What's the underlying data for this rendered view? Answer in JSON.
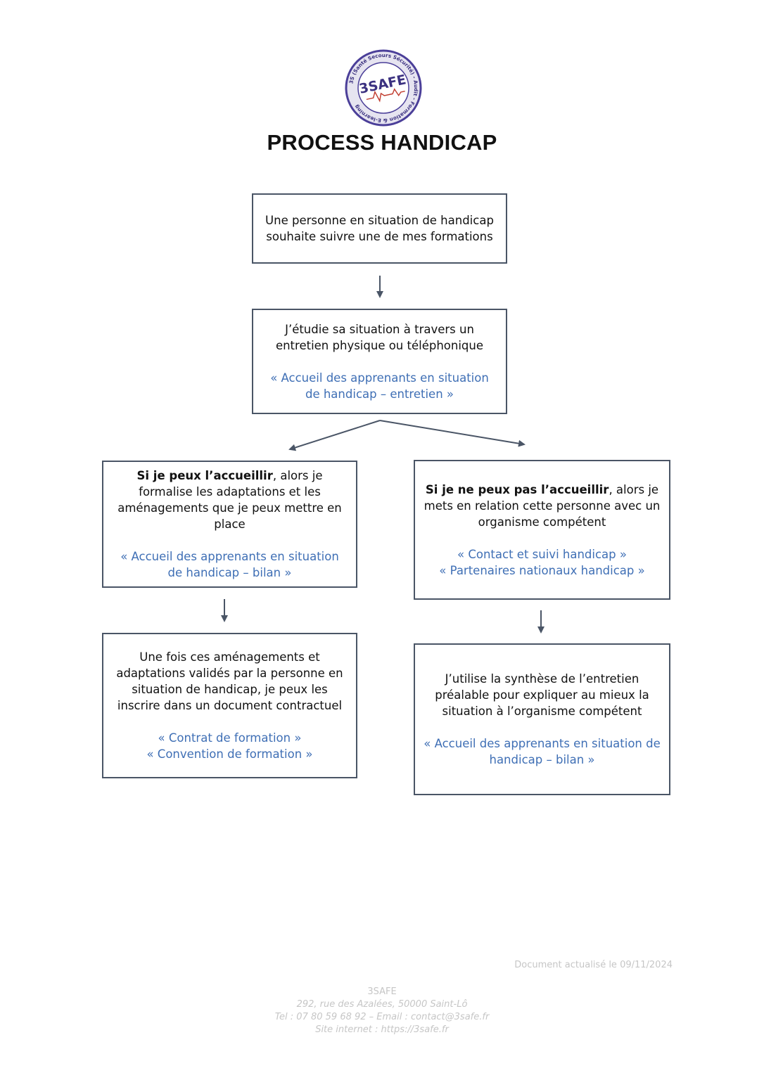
{
  "logo": {
    "brand": "3SAFE",
    "ring_text": "3S (Santé Secours Sécurité) - Audit - Formation & E-learning",
    "colors": {
      "ring": "#4b3f99",
      "brand": "#3b3180",
      "pulse": "#c0392b"
    }
  },
  "title": "PROCESS HANDICAP",
  "steps": {
    "start": {
      "text": "Une personne en situation de handicap souhaite suivre une de mes formations"
    },
    "study": {
      "text": "J’étudie sa situation à travers un entretien physique ou téléphonique",
      "ref": "« Accueil des apprenants en situation de handicap – entretien »"
    },
    "yes": {
      "bold": "Si je peux l’accueillir",
      "text": ", alors je formalise les adaptations et les aménagements que je peux mettre en place",
      "ref": "« Accueil des apprenants en situation de handicap – bilan »"
    },
    "no": {
      "bold": "Si je ne peux pas l’accueillir",
      "text": ", alors je mets en relation cette personne avec un organisme compétent",
      "ref1": "« Contact et suivi handicap »",
      "ref2": "« Partenaires nationaux handicap »"
    },
    "yes_next": {
      "text": "Une fois ces aménagements et adaptations validés par la personne en situation de handicap, je peux les inscrire dans un document contractuel",
      "ref1": "« Contrat de formation »",
      "ref2": "« Convention de formation »"
    },
    "no_next": {
      "text": "J’utilise la synthèse de l’entretien préalable pour expliquer au mieux la situation à l’organisme compétent",
      "ref": "« Accueil des apprenants en situation de handicap – bilan »"
    }
  },
  "colors": {
    "border": "#4a5566",
    "reference": "#3f6fb5",
    "footer": "#c6c6c6"
  },
  "updated": "Document actualisé le 09/11/2024",
  "footer": {
    "company": "3SAFE",
    "address": "292, rue des Azalées, 50000 Saint-Lô",
    "contact": "Tel : 07 80 59 68 92 – Email : contact@3safe.fr",
    "website": "Site internet :  https://3safe.fr"
  }
}
